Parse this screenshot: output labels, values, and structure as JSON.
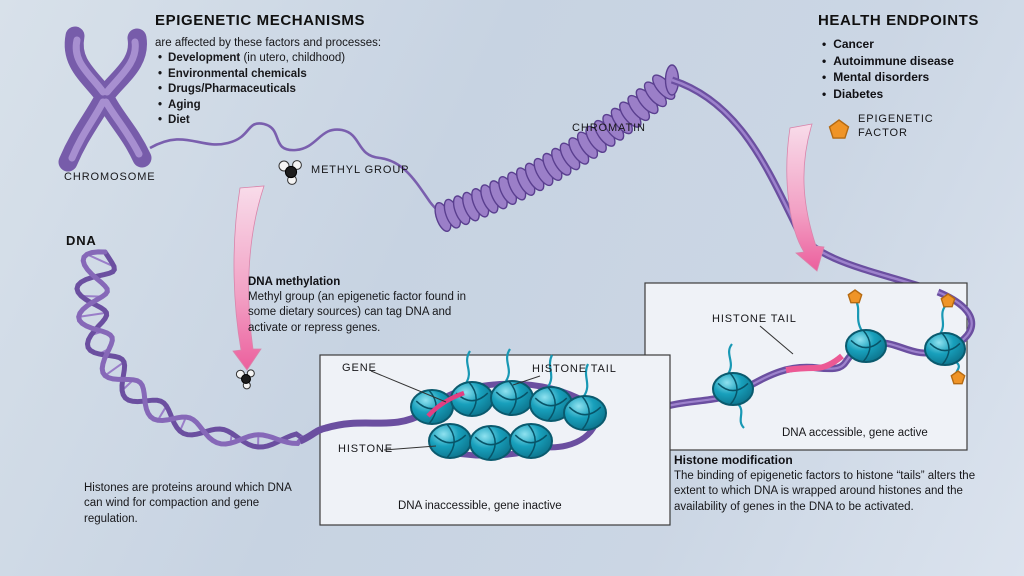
{
  "colors": {
    "strand_purple": "#6b4fa0",
    "strand_highlight": "#9d82cc",
    "histone_teal": "#18a0bc",
    "pink_arrow": "#ec5f9d",
    "gene_red": "#e23f82",
    "factor_orange": "#ef9427",
    "box_background": "#eff2f7",
    "page_background": "#cbd6e4"
  },
  "epigenetic_mechanisms": {
    "title": "EPIGENETIC MECHANISMS",
    "subtitle": "are affected by these factors and processes:",
    "items": [
      {
        "bold": "Development",
        "normal": " (in utero, childhood)"
      },
      {
        "bold": "Environmental chemicals",
        "normal": ""
      },
      {
        "bold": "Drugs/Pharmaceuticals",
        "normal": ""
      },
      {
        "bold": "Aging",
        "normal": ""
      },
      {
        "bold": "Diet",
        "normal": ""
      }
    ]
  },
  "health_endpoints": {
    "title": "HEALTH ENDPOINTS",
    "items": [
      "Cancer",
      "Autoimmune disease",
      "Mental disorders",
      "Diabetes"
    ]
  },
  "labels": {
    "chromosome": "CHROMOSOME",
    "chromatin": "CHROMATIN",
    "dna": "DNA",
    "methyl_group": "METHYL GROUP",
    "epigenetic_factor": "EPIGENETIC FACTOR",
    "gene": "GENE",
    "histone_tail_center": "HISTONE TAIL",
    "histone": "HISTONE",
    "histone_tail_right": "HISTONE TAIL"
  },
  "dna_methylation": {
    "title": "DNA methylation",
    "body": "Methyl group (an epigenetic factor found in some dietary sources) can tag DNA and activate or repress genes."
  },
  "histone_note": "Histones are proteins around which DNA can wind for compaction and gene regulation.",
  "center_box": {
    "caption": "DNA inaccessible, gene inactive"
  },
  "right_box": {
    "caption": "DNA accessible, gene active"
  },
  "histone_modification": {
    "title": "Histone modification",
    "body": "The binding of epigenetic factors to histone “tails” alters the extent to which DNA is wrapped around histones and the availability of genes in the DNA to be activated."
  }
}
